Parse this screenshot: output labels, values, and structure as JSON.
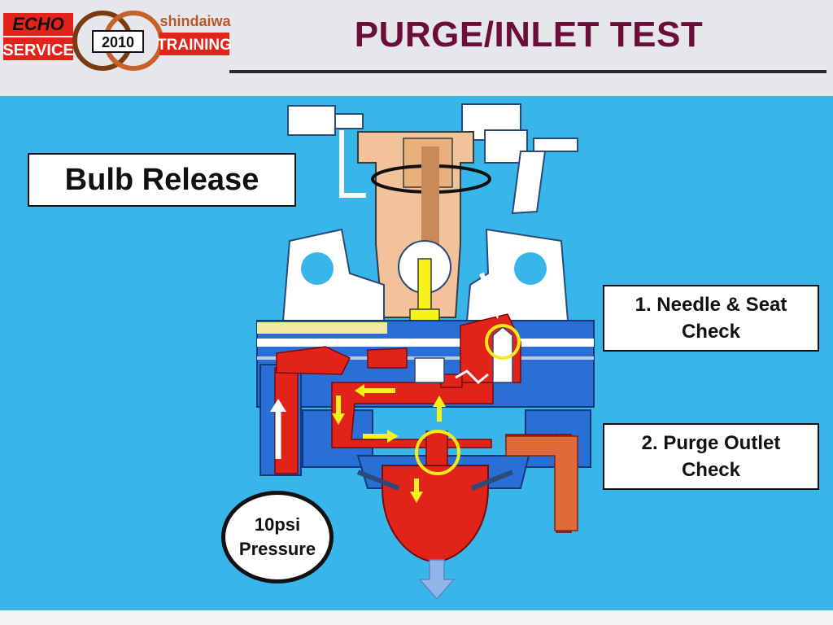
{
  "header": {
    "title": "PURGE/INLET TEST",
    "logo": {
      "left_brand": "ECHO",
      "left_label": "SERVICE",
      "year": "2010",
      "right_brand": "shindaiwa",
      "right_label": "TRAINING"
    }
  },
  "stage_label": "Bulb Release",
  "callouts": {
    "needle_seat": {
      "line1": "1. Needle & Seat",
      "line2": "Check"
    },
    "purge_outlet": {
      "line1": "2. Purge Outlet",
      "line2": "Check"
    }
  },
  "pressure": {
    "value": "10psi",
    "label": "Pressure"
  },
  "colors": {
    "background": "#38b6ea",
    "title": "#6b0f3a",
    "fuel_red": "#e2231a",
    "body_blue": "#2a6fd6",
    "brass": "#f2c29a",
    "flow_arrow": "#f7f21a",
    "check_circle": "#f7e81a"
  },
  "icons": [
    "flow-arrow-icon",
    "check-circle-icon",
    "outlet-arrow-icon"
  ]
}
